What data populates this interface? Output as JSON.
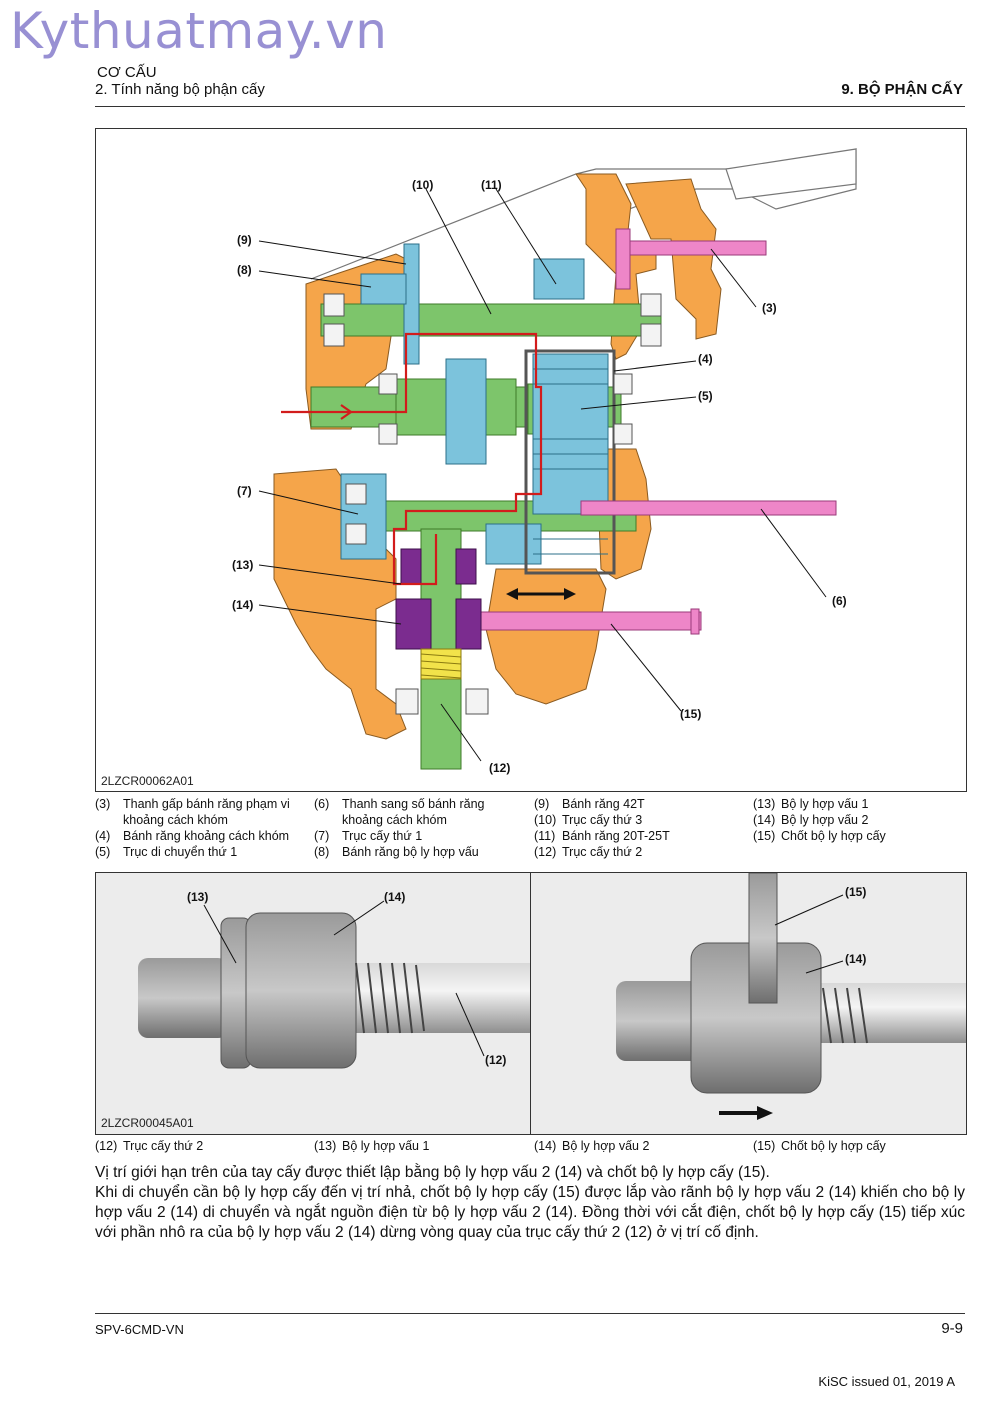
{
  "watermark": "Kythuatmay.vn",
  "header": {
    "section": "CƠ CẤU",
    "subsection": "2. Tính năng bộ phận cấy",
    "chapter": "9. BỘ PHẬN CẤY"
  },
  "figure1": {
    "id": "2LZCR00062A01",
    "callouts": [
      "(3)",
      "(4)",
      "(5)",
      "(6)",
      "(7)",
      "(8)",
      "(9)",
      "(10)",
      "(11)",
      "(12)",
      "(13)",
      "(14)",
      "(15)"
    ],
    "legend": [
      {
        "num": "(3)",
        "text": "Thanh gấp bánh răng phạm vi khoảng cách khóm"
      },
      {
        "num": "(4)",
        "text": "Bánh răng khoảng cách khóm"
      },
      {
        "num": "(5)",
        "text": "Trục di chuyển thứ 1"
      },
      {
        "num": "(6)",
        "text": "Thanh sang số bánh răng khoảng cách khóm"
      },
      {
        "num": "(7)",
        "text": "Trục cấy thứ 1"
      },
      {
        "num": "(8)",
        "text": "Bánh răng bộ ly hợp vấu"
      },
      {
        "num": "(9)",
        "text": "Bánh răng 42T"
      },
      {
        "num": "(10)",
        "text": "Trục cấy thứ 3"
      },
      {
        "num": "(11)",
        "text": "Bánh răng 20T-25T"
      },
      {
        "num": "(12)",
        "text": "Trục cấy thứ 2"
      },
      {
        "num": "(13)",
        "text": "Bộ ly hợp vấu 1"
      },
      {
        "num": "(14)",
        "text": "Bộ ly hợp vấu 2"
      },
      {
        "num": "(15)",
        "text": "Chốt bộ ly hợp cấy"
      }
    ]
  },
  "figure2": {
    "id": "2LZCR00045A01",
    "callouts_left": [
      "(13)",
      "(14)",
      "(12)"
    ],
    "callouts_right": [
      "(15)",
      "(14)"
    ],
    "legend": [
      {
        "num": "(12)",
        "text": "Trục cấy thứ 2"
      },
      {
        "num": "(13)",
        "text": "Bộ ly hợp vấu 1"
      },
      {
        "num": "(14)",
        "text": "Bộ ly hợp vấu 2"
      },
      {
        "num": "(15)",
        "text": "Chốt bộ ly hợp cấy"
      }
    ]
  },
  "paragraph1": "Vị trí giới hạn trên của tay cấy được thiết lập bằng bộ ly hợp vấu 2 (14) và chốt bộ ly hợp cấy (15).",
  "paragraph2": "Khi di chuyển cần bộ ly hợp cấy đến vị trí nhả, chốt bộ ly hợp cấy (15) được lắp vào rãnh bộ ly hợp vấu 2 (14) khiến cho bộ ly hợp vấu 2 (14) di chuyển và ngắt nguồn điện từ bộ ly hợp vấu 2 (14). Đồng thời với cắt điện, chốt bộ ly hợp cấy (15) tiếp xúc với phần nhô ra của bộ ly hợp vấu 2 (14) dừng vòng quay của trục cấy thứ 2 (12) ở vị trí cố định.",
  "footer": {
    "doc_code": "SPV-6CMD-VN",
    "page": "9-9",
    "issue": "KiSC issued 01, 2019 A"
  },
  "colors": {
    "housing": "#f5a54a",
    "shaft": "#7dc56b",
    "gear": "#7cc3dc",
    "lever": "#ee86c8",
    "clutch": "#7b2c8f",
    "spring": "#f2e24a",
    "power_path": "#d21c1c"
  }
}
